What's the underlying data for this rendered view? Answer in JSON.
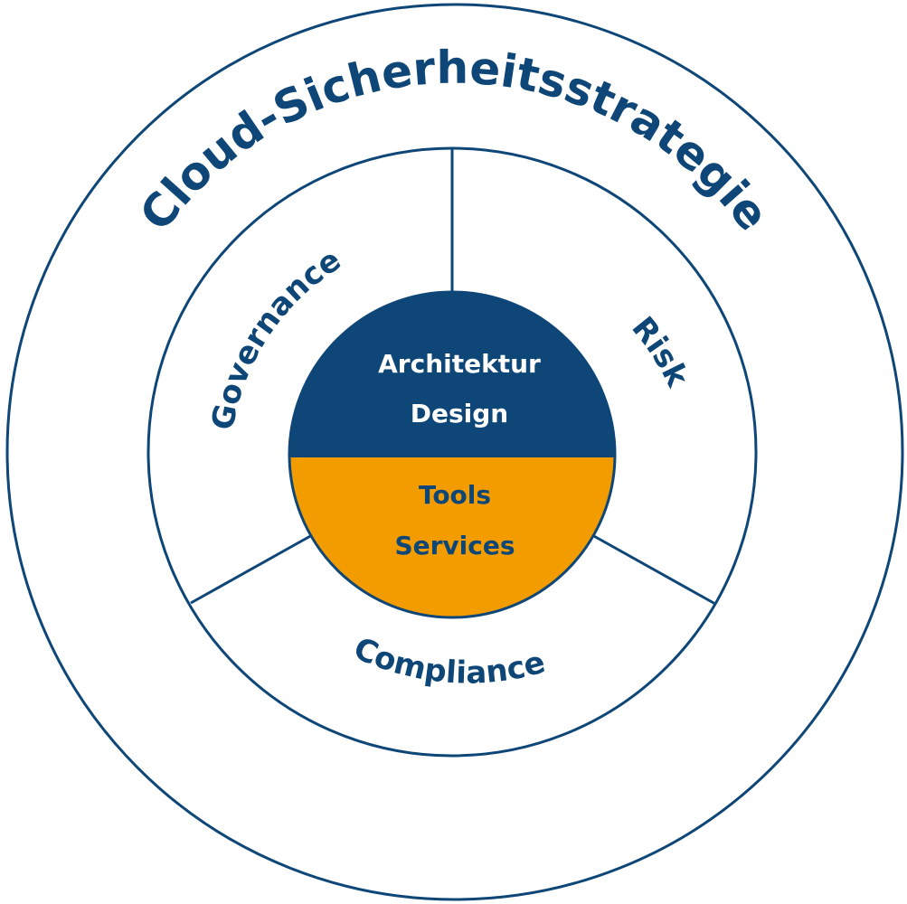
{
  "colors": {
    "navy": "#0d4677",
    "orange": "#f29c00",
    "background": "#ffffff",
    "top_text": "#ffffff",
    "bottom_text": "#0d4677"
  },
  "strategy": {
    "title": "Cloud-Sicherheitsstrategie"
  },
  "pillars": {
    "governance": "Governance",
    "risk": "Risk",
    "compliance": "Compliance"
  },
  "core": {
    "top_line1": "Architektur",
    "top_line2": "Design",
    "bottom_line1": "Tools",
    "bottom_line2": "Services"
  }
}
